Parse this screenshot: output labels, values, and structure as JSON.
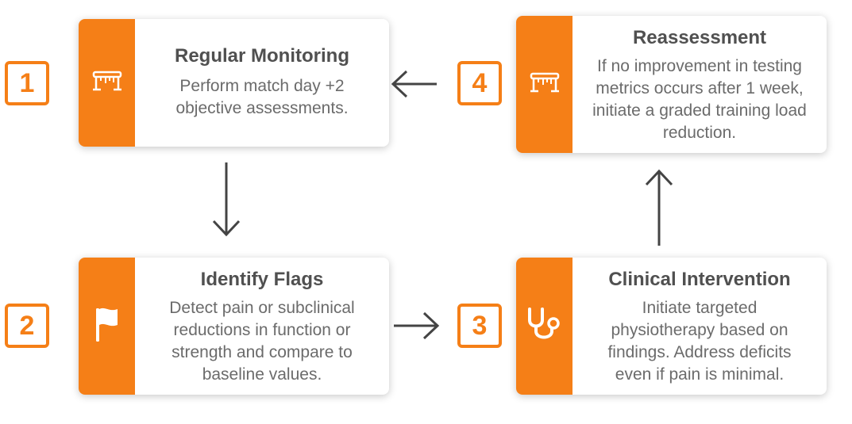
{
  "steps": [
    {
      "number": "1",
      "title": "Regular Monitoring",
      "description": "Perform match day +2 objective assessments.",
      "icon": "monitoring-bench-icon"
    },
    {
      "number": "2",
      "title": "Identify Flags",
      "description": "Detect pain or subclinical reductions in function or strength and compare to baseline values.",
      "icon": "flag-icon"
    },
    {
      "number": "3",
      "title": "Clinical Intervention",
      "description": "Initiate targeted physiotherapy based on findings. Address deficits even if pain is minimal.",
      "icon": "stethoscope-icon"
    },
    {
      "number": "4",
      "title": "Reassessment",
      "description": "If no improvement in testing metrics occurs after 1 week, initiate a graded training load reduction.",
      "icon": "monitoring-bench-icon"
    }
  ],
  "colors": {
    "accent": "#f57f17",
    "arrow": "#444444",
    "title": "#505050",
    "text": "#6b6b6b"
  }
}
